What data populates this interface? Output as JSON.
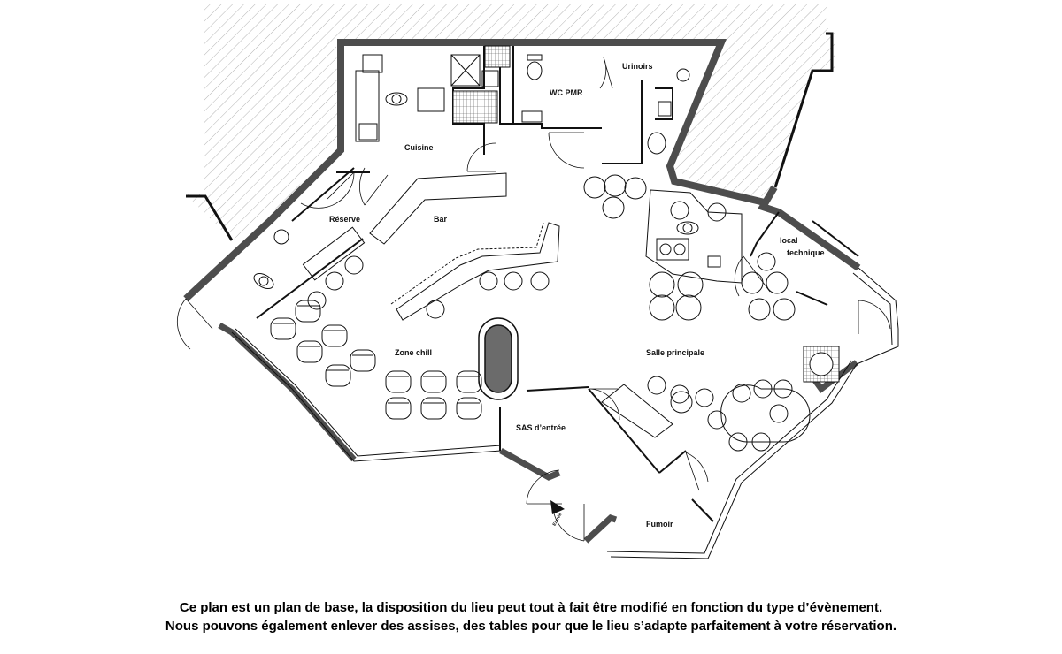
{
  "plan": {
    "rooms": {
      "kitchen": "Cuisine",
      "wc_pmr": "WC PMR",
      "urinals": "Urinoirs",
      "storage": "Réserve",
      "bar": "Bar",
      "tech_room_line1": "local",
      "tech_room_line2": "technique",
      "chill_zone": "Zone chill",
      "main_hall": "Salle principale",
      "entrance_airlock": "SAS d’entrée",
      "smoking_room": "Fumoir"
    },
    "entrance_marker": "Entrée"
  },
  "caption": {
    "line1": "Ce plan est un plan de base, la disposition du lieu peut tout à fait être modifié en fonction du type d’évènement.",
    "line2": "Nous pouvons également enlever des assises, des tables pour que le lieu s’adapte parfaitement à votre réservation."
  },
  "colors": {
    "wall": "#4d4d4d",
    "line": "#111111",
    "hatch": "#b5b5b5"
  }
}
